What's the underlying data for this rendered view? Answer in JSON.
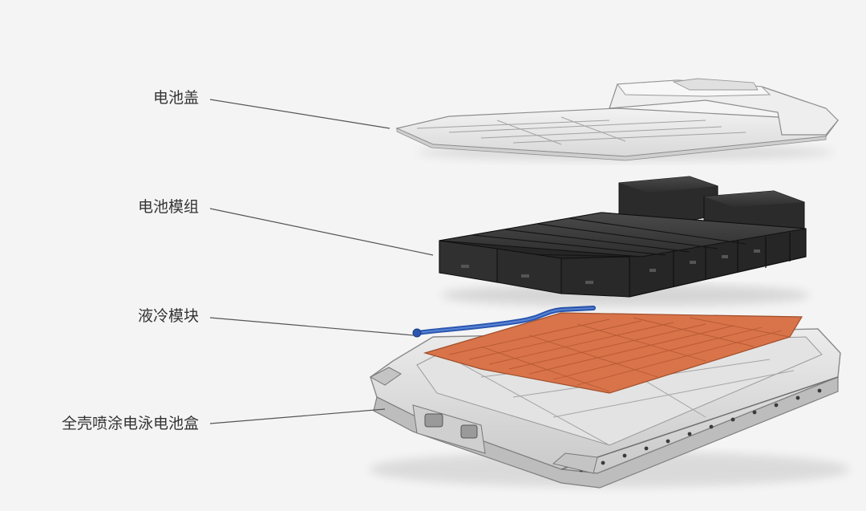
{
  "labels": {
    "cover": "电池盖",
    "modules": "电池模组",
    "cooling": "液冷模块",
    "housing": "全壳喷涂电泳电池盒"
  },
  "colors": {
    "background": "#f4f4f4",
    "cover_fill": "#e8e8e8",
    "module_fill": "#262626",
    "cooling_plate": "#d8734a",
    "cooling_pipe": "#2a56b0",
    "housing_fill": "#dcdcdc",
    "leader_line": "#555555",
    "label_text": "#333333"
  }
}
